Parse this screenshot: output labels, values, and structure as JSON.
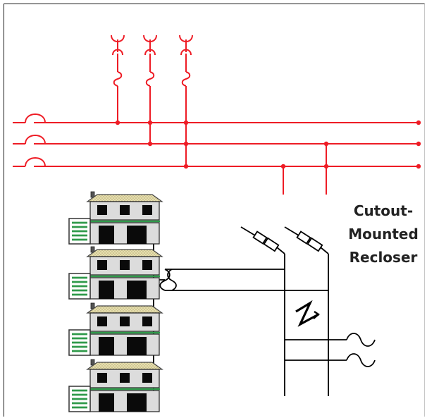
{
  "diagram": {
    "label": {
      "line1": "Cutout-",
      "line2": "Mounted",
      "line3": "Recloser"
    },
    "colors": {
      "feeder": "#ee1c25",
      "secondary": "#000000",
      "roof": "#e6dfae",
      "roof_dots": "#b7ab78",
      "wall": "#dcdcdc",
      "garage_stripes": "#2f9a4a",
      "window": "#0a0a0a"
    },
    "phases": 3,
    "houses": 4
  }
}
